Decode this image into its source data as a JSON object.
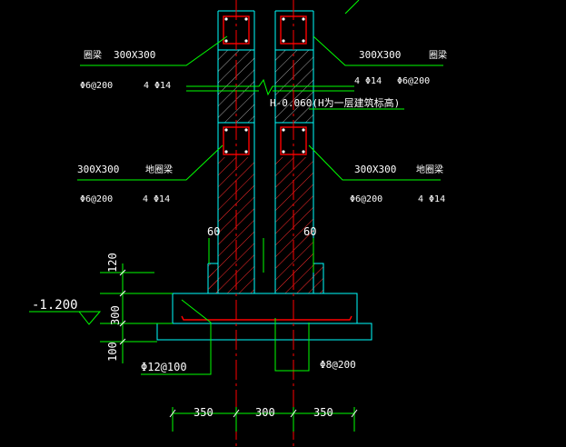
{
  "colors": {
    "background": "#000000",
    "outline": "#00ffff",
    "leader": "#00ff00",
    "hatch": "#ff2a2a",
    "rebar": "#ff0000",
    "annotation": "#ffffff",
    "yellow": "#ffff00"
  },
  "labels": {
    "ring_beam_left": "圈梁",
    "ring_beam_left_size": "300X300",
    "ring_beam_right_size": "300X300",
    "ring_beam_right": "圈梁",
    "left_stirrup_top": "Φ6@200",
    "left_bars_top": "4 Φ14",
    "right_bars_top": "4 Φ14",
    "right_stirrup_top": "Φ6@200",
    "elevation_note": "H-0.060(H为一层建筑标高)",
    "ground_beam_left_size": "300X300",
    "ground_beam_left": "地圈梁",
    "ground_beam_right_size": "300X300",
    "ground_beam_right": "地圈梁",
    "left_stirrup_bottom": "Φ6@200",
    "left_bars_bottom": "4 Φ14",
    "right_stirrup_bottom": "Φ6@200",
    "right_bars_bottom": "4 Φ14",
    "step_left": "60",
    "step_right": "60",
    "dim_120": "120",
    "dim_300": "300",
    "dim_100": "100",
    "level": "-1.200",
    "bottom_rebar_left": "Φ12@100",
    "bottom_rebar_right": "Φ8@200",
    "dim_350_left": "350",
    "dim_300_mid": "300",
    "dim_350_right": "350"
  }
}
